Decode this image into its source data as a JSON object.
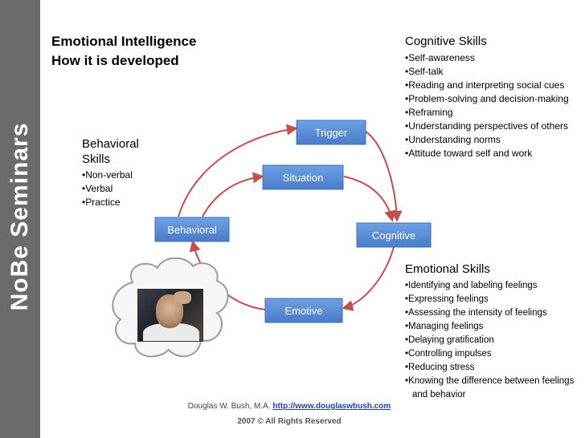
{
  "sidebar": {
    "brand": "NoBe Seminars"
  },
  "title": {
    "line1": "Emotional Intelligence",
    "line2": "How it is developed"
  },
  "behavioral": {
    "heading": "Behavioral Skills",
    "items": [
      "Non-verbal",
      "Verbal",
      "Practice"
    ]
  },
  "cognitive": {
    "heading": "Cognitive Skills",
    "items": [
      "Self-awareness",
      "Self-talk",
      "Reading and interpreting social cues",
      "Problem-solving and decision-making",
      "Reframing",
      "Understanding perspectives of others",
      "Understanding norms",
      "Attitude toward self and work"
    ]
  },
  "emotional": {
    "heading": "Emotional Skills",
    "items": [
      "Identifying and labeling feelings",
      "Expressing feelings",
      "Assessing the intensity of feelings",
      "Managing feelings",
      "Delaying gratification",
      "Controlling impulses",
      "Reducing stress",
      "Knowing the difference between feelings and behavior"
    ]
  },
  "diagram": {
    "nodes": {
      "trigger": "Trigger",
      "situation": "Situation",
      "behavioral": "Behavioral",
      "cognitive": "Cognitive",
      "emotive": "Emotive"
    },
    "box_color": "#5b8ed6",
    "arrow_color": "#c44d4d"
  },
  "footer": {
    "author": "Douglas W. Bush, M.A.",
    "link": "http://www.douglaswbush.com",
    "copyright": "2007 © All Rights Reserved"
  }
}
